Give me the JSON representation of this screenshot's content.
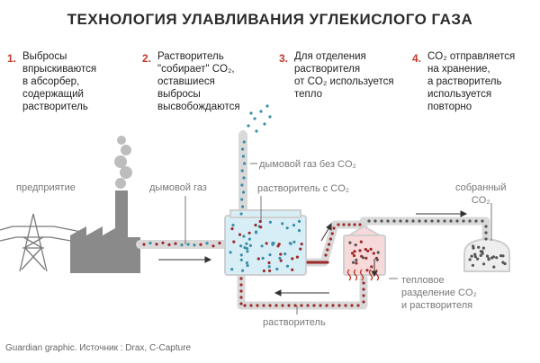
{
  "title": "ТЕХНОЛОГИЯ УЛАВЛИВАНИЯ УГЛЕКИСЛОГО ГАЗА",
  "steps": [
    {
      "num": "1.",
      "text": "Выбросы\nвпрыскиваются\nв абсорбер,\nсодержащий\nрастворитель"
    },
    {
      "num": "2.",
      "text": "Растворитель\n\"собирает\" CO₂,\nоставшиеся\nвыбросы\nвысвобождаются"
    },
    {
      "num": "3.",
      "text": "Для отделения\nрастворителя\nот CO₂ используется\nтепло"
    },
    {
      "num": "4.",
      "text": "CO₂ отправляется\nна хранение,\nа растворитель\nиспользуется\nповторно"
    }
  ],
  "labels": {
    "plant": "предприятие",
    "flue_gas": "дымовой газ",
    "flue_gas_no_co2": "дымовой газ без CO₂",
    "solvent_co2": "растворитель с CO₂",
    "collected_co2": "собранный\nCO₂",
    "thermal_separation": "тепловое\nразделение CO₂\nи растворителя",
    "solvent": "растворитель"
  },
  "credit": "Guardian graphic.  Источник : Drax, C-Capture",
  "colors": {
    "accent": "#c0392b",
    "teal": "#3a8fa8",
    "solvent_dot": "#9c2a2a",
    "gray_dot": "#555555",
    "pipe": "#d9d9d9",
    "absorber_fill": "#d8eef6",
    "regen_fill": "#f8d9d9",
    "factory": "#8a8a8a",
    "smoke": "#bdbdbd"
  }
}
